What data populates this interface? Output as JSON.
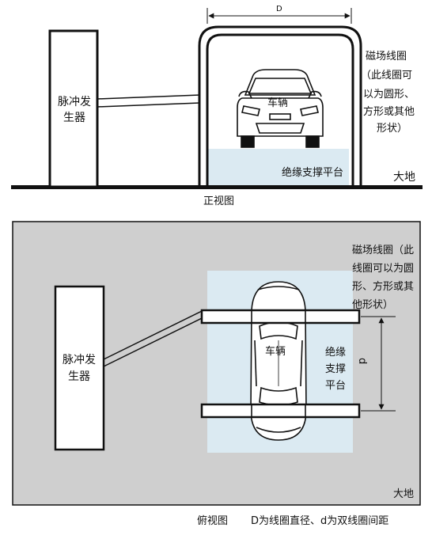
{
  "front_view": {
    "pulse_generator": [
      "脉冲发",
      "生器"
    ],
    "dimension_label": "D",
    "coil_note": [
      "磁场线圈",
      "（此线圈可",
      "以为圆形、",
      "方形或其他",
      "形状）"
    ],
    "vehicle_label": "车辆",
    "platform_label": "绝缘支撑平台",
    "ground_label": "大地",
    "caption": "正视图"
  },
  "top_view": {
    "pulse_generator": [
      "脉冲发",
      "生器"
    ],
    "coil_note": [
      "磁场线圈（此",
      "线圈可以为圆",
      "形、方形或其",
      "他形状）"
    ],
    "vehicle_label": "车辆",
    "platform_label": [
      "绝缘",
      "支撑",
      "平台"
    ],
    "dimension_label": "d",
    "ground_label": "大地",
    "caption": "俯视图",
    "legend": "D为线圈直径、d为双线圈间距"
  },
  "colors": {
    "line": "#111111",
    "platform": "#dbeaf2",
    "panel_bg": "#cfcfcf"
  }
}
